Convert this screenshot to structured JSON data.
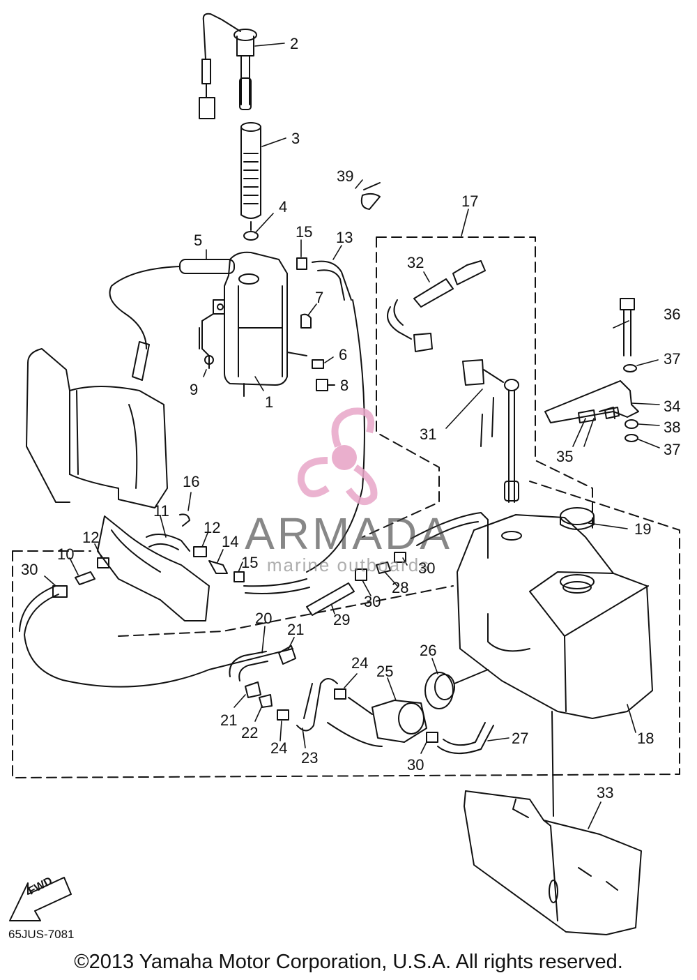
{
  "part_labels": [
    {
      "id": "p2",
      "text": "2"
    },
    {
      "id": "p3",
      "text": "3"
    },
    {
      "id": "p39",
      "text": "39"
    },
    {
      "id": "p17",
      "text": "17"
    },
    {
      "id": "p4",
      "text": "4"
    },
    {
      "id": "p5",
      "text": "5"
    },
    {
      "id": "p15a",
      "text": "15"
    },
    {
      "id": "p13",
      "text": "13"
    },
    {
      "id": "p32",
      "text": "32"
    },
    {
      "id": "p7",
      "text": "7"
    },
    {
      "id": "p36",
      "text": "36"
    },
    {
      "id": "p6",
      "text": "6"
    },
    {
      "id": "p37a",
      "text": "37"
    },
    {
      "id": "p9",
      "text": "9"
    },
    {
      "id": "p8",
      "text": "8"
    },
    {
      "id": "p1",
      "text": "1"
    },
    {
      "id": "p34",
      "text": "34"
    },
    {
      "id": "p38",
      "text": "38"
    },
    {
      "id": "p31",
      "text": "31"
    },
    {
      "id": "p37b",
      "text": "37"
    },
    {
      "id": "p35",
      "text": "35"
    },
    {
      "id": "p16",
      "text": "16"
    },
    {
      "id": "p11",
      "text": "11"
    },
    {
      "id": "p19",
      "text": "19"
    },
    {
      "id": "p12a",
      "text": "12"
    },
    {
      "id": "p12b",
      "text": "12"
    },
    {
      "id": "p14",
      "text": "14"
    },
    {
      "id": "p10",
      "text": "10"
    },
    {
      "id": "p15b",
      "text": "15"
    },
    {
      "id": "p30a",
      "text": "30"
    },
    {
      "id": "p30b",
      "text": "30"
    },
    {
      "id": "p28",
      "text": "28"
    },
    {
      "id": "p30c",
      "text": "30"
    },
    {
      "id": "p20",
      "text": "20"
    },
    {
      "id": "p29",
      "text": "29"
    },
    {
      "id": "p21a",
      "text": "21"
    },
    {
      "id": "p26",
      "text": "26"
    },
    {
      "id": "p24a",
      "text": "24"
    },
    {
      "id": "p25",
      "text": "25"
    },
    {
      "id": "p21b",
      "text": "21"
    },
    {
      "id": "p22",
      "text": "22"
    },
    {
      "id": "p27",
      "text": "27"
    },
    {
      "id": "p18",
      "text": "18"
    },
    {
      "id": "p24b",
      "text": "24"
    },
    {
      "id": "p23",
      "text": "23"
    },
    {
      "id": "p30d",
      "text": "30"
    },
    {
      "id": "p33",
      "text": "33"
    }
  ],
  "fwd_label": "FWD",
  "diagram_code": "65JUS-7081",
  "watermark": {
    "brand": "ARMADA",
    "tagline": "marine outboards",
    "logo_color": "#e8a6c8"
  },
  "copyright": "©2013 Yamaha Motor Corporation, U.S.A. All rights reserved."
}
